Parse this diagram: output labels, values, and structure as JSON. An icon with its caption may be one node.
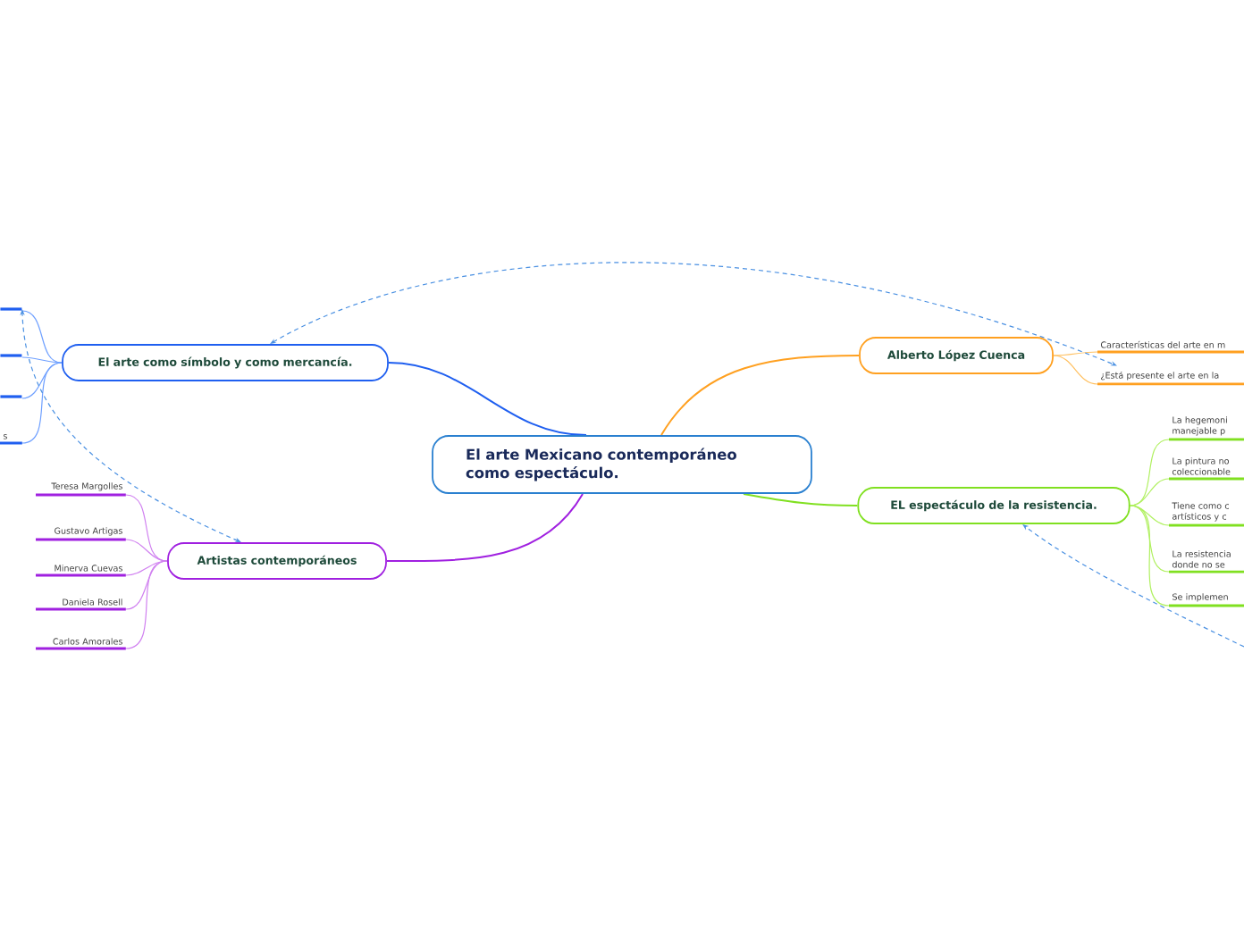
{
  "diagram": {
    "nodes": [
      {
        "text": [
          "El arte Mexicano contemporáneo como espectáculo."
        ]
      },
      {
        "text": [
          "El arte como símbolo y como mercancía."
        ]
      },
      {
        "text": [],
        "shape": "bar"
      },
      {
        "text": [],
        "shape": "bar"
      },
      {
        "text": [],
        "shape": "bar"
      },
      {
        "text": [
          "s"
        ]
      },
      {
        "text": [
          "Artistas contemporáneos"
        ]
      },
      {
        "text": [
          "Teresa Margolles"
        ]
      },
      {
        "text": [
          "Gustavo Artigas"
        ]
      },
      {
        "text": [
          "Minerva Cuevas"
        ]
      },
      {
        "text": [
          "Daniela Rosell"
        ]
      },
      {
        "text": [
          "Carlos Amorales"
        ]
      },
      {
        "text": [
          "Alberto López Cuenca"
        ]
      },
      {
        "text": [
          "Características del arte en m"
        ]
      },
      {
        "text": [
          "¿Está presente el arte  en la"
        ]
      },
      {
        "text": [
          "EL espectáculo de la resistencia."
        ]
      },
      {
        "text": [
          "La hegemoni manejable p"
        ]
      },
      {
        "text": [
          "La pintura no coleccionable"
        ]
      },
      {
        "text": [
          "Tiene como c artísticos y c"
        ]
      },
      {
        "text": [
          "La resistencia donde no se"
        ]
      },
      {
        "text": [
          "Se implemen"
        ]
      }
    ],
    "edges": [
      {
        "from": 0,
        "to": 1,
        "arrow": "none",
        "color": "#1f5ff0"
      },
      {
        "from": 0,
        "to": 6,
        "arrow": "none",
        "color": "#a020e0"
      },
      {
        "from": 0,
        "to": 12,
        "arrow": "none",
        "color": "#ffa020"
      },
      {
        "from": 0,
        "to": 15,
        "arrow": "none",
        "color": "#80e020"
      },
      {
        "from": 1,
        "to": 2,
        "arrow": "none",
        "color": "#6fa0ff"
      },
      {
        "from": 1,
        "to": 3,
        "arrow": "none",
        "color": "#6fa0ff"
      },
      {
        "from": 1,
        "to": 4,
        "arrow": "none",
        "color": "#6fa0ff"
      },
      {
        "from": 1,
        "to": 5,
        "arrow": "none",
        "color": "#6fa0ff"
      },
      {
        "from": 6,
        "to": 7,
        "arrow": "none",
        "color": "#d080f0"
      },
      {
        "from": 6,
        "to": 8,
        "arrow": "none",
        "color": "#d080f0"
      },
      {
        "from": 6,
        "to": 9,
        "arrow": "none",
        "color": "#d080f0"
      },
      {
        "from": 6,
        "to": 10,
        "arrow": "none",
        "color": "#d080f0"
      },
      {
        "from": 6,
        "to": 11,
        "arrow": "none",
        "color": "#d080f0"
      },
      {
        "from": 12,
        "to": 13,
        "arrow": "none",
        "color": "#ffc060"
      },
      {
        "from": 12,
        "to": 14,
        "arrow": "none",
        "color": "#ffc060"
      },
      {
        "from": 15,
        "to": 16,
        "arrow": "none",
        "color": "#b0f060"
      },
      {
        "from": 15,
        "to": 17,
        "arrow": "none",
        "color": "#b0f060"
      },
      {
        "from": 15,
        "to": 18,
        "arrow": "none",
        "color": "#b0f060"
      },
      {
        "from": 15,
        "to": 19,
        "arrow": "none",
        "color": "#b0f060"
      },
      {
        "from": 15,
        "to": 20,
        "arrow": "none",
        "color": "#b0f060"
      },
      {
        "from": 6,
        "to": 2,
        "arrow": "both",
        "style": "dashed",
        "color": "#4a90e2"
      },
      {
        "from": 1,
        "to": 14,
        "arrow": "both",
        "style": "dashed",
        "color": "#4a90e2"
      },
      {
        "from": null,
        "to": 15,
        "arrow": "to",
        "style": "dashed",
        "color": "#4a90e2"
      }
    ]
  }
}
